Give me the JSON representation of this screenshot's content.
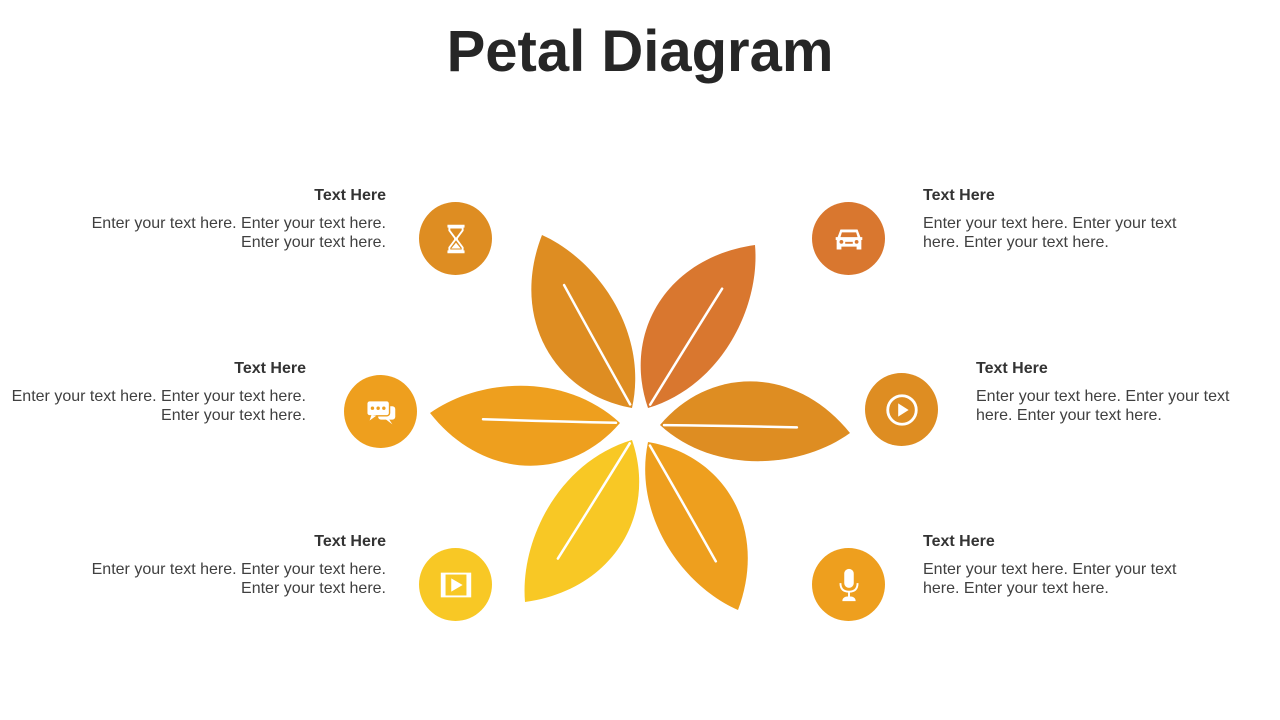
{
  "title": "Petal Diagram",
  "colors": {
    "hourglass": "#DE8D22",
    "car": "#D9772F",
    "chat": "#EE9F1E",
    "play": "#DE8D22",
    "film": "#F8C825",
    "mic": "#EE9F1E"
  },
  "items": [
    {
      "heading": "Text  Here",
      "body": "Enter your text here. Enter your text here. Enter your text here.",
      "icon": "hourglass-icon"
    },
    {
      "heading": "Text  Here",
      "body": "Enter your text here. Enter your text here. Enter your text here.",
      "icon": "chat-icon"
    },
    {
      "heading": "Text  Here",
      "body": "Enter your text here. Enter your text here. Enter your text here.",
      "icon": "film-icon"
    },
    {
      "heading": "Text  Here",
      "body": "Enter your text here. Enter your text here. Enter your text here.",
      "icon": "car-icon"
    },
    {
      "heading": "Text  Here",
      "body": "Enter your text here. Enter your text here. Enter your text here.",
      "icon": "play-icon"
    },
    {
      "heading": "Text  Here",
      "body": "Enter your text here. Enter your text here. Enter your text here.",
      "icon": "microphone-icon"
    }
  ]
}
